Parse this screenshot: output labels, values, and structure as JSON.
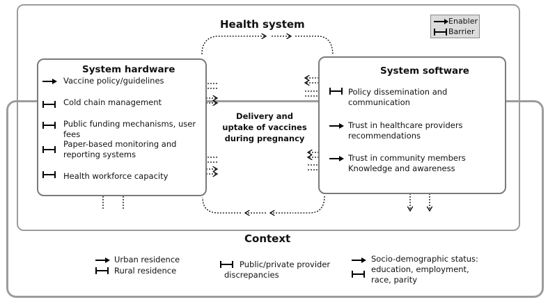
{
  "diagram": {
    "health_system_title": "Health system",
    "context_title": "Context",
    "center_label": "Delivery and uptake of vaccines during pregnancy",
    "legend": {
      "enabler": "Enabler",
      "barrier": "Barrier"
    },
    "hardware": {
      "title": "System hardware",
      "items": [
        {
          "label": "Vaccine policy/guidelines",
          "type": "enabler"
        },
        {
          "label": "Cold chain management",
          "type": "barrier"
        },
        {
          "label": "Public funding mechanisms, user fees",
          "type": "barrier"
        },
        {
          "label": "Paper-based monitoring and reporting systems",
          "type": "barrier"
        },
        {
          "label": "Health workforce capacity",
          "type": "barrier"
        }
      ]
    },
    "software": {
      "title": "System software",
      "items": [
        {
          "label": "Policy dissemination and communication",
          "type": "barrier"
        },
        {
          "label": "Trust in healthcare providers recommendations",
          "type": "enabler"
        },
        {
          "label": "Trust in community members Knowledge and awareness",
          "type": "enabler"
        }
      ]
    },
    "context": {
      "items": [
        {
          "label": "Urban residence",
          "type": "enabler"
        },
        {
          "label": "Rural residence",
          "type": "barrier"
        },
        {
          "label": "Public/private provider discrepancies",
          "type": "barrier"
        },
        {
          "label": "Socio-demographic status: education, employment, race, parity",
          "type": "enabler_barrier"
        }
      ]
    },
    "colors": {
      "frame": "#9c9c9c",
      "box_border": "#7a7a7a",
      "legend_bg": "#dcdcdc"
    }
  }
}
